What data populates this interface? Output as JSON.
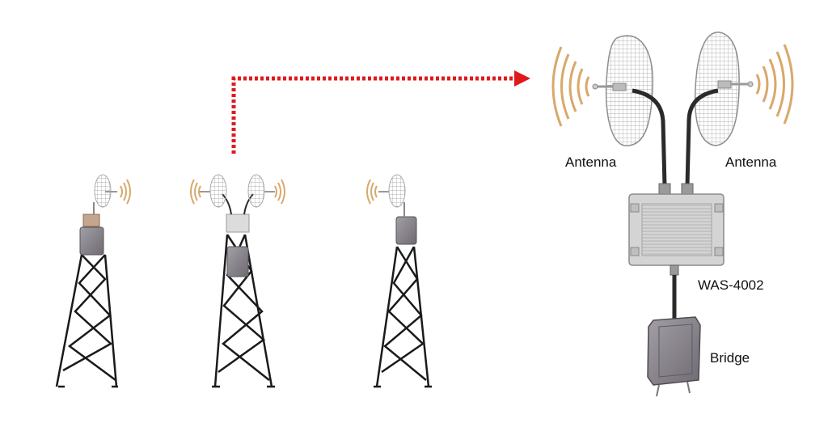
{
  "labels": {
    "antenna_left": "Antenna",
    "antenna_right": "Antenna",
    "was": "WAS-4002",
    "bridge": "Bridge"
  },
  "colors": {
    "link_arrow": "#e0191e",
    "tower": "#1a1a1a",
    "signal_wave": "#d9a86a",
    "dish": "#a8a8a8",
    "enclosure": "#8e8a90",
    "was_body": "#d4d4d4",
    "cable": "#2a2a2a"
  },
  "icons": {
    "tower": "lattice-tower-icon",
    "antenna": "grid-dish-antenna-icon",
    "signal": "radio-wave-icon",
    "was": "enclosure-box-icon",
    "bridge": "outdoor-bridge-unit-icon"
  }
}
